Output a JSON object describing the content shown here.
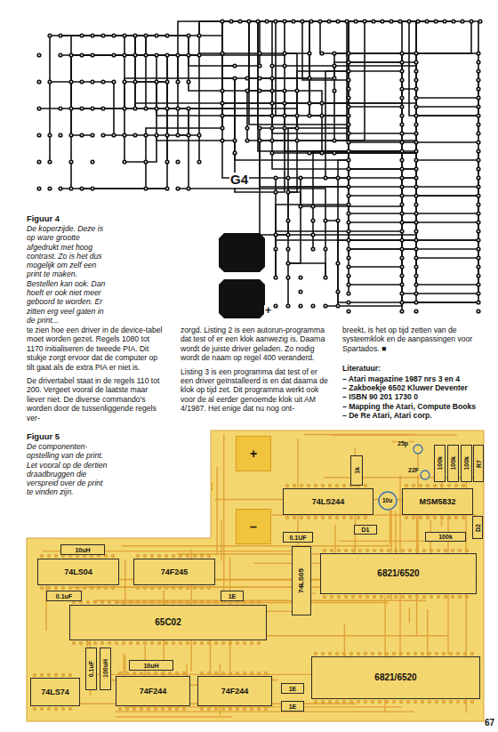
{
  "diagram": {
    "nodes": [
      {
        "text": [
          "+"
        ]
      },
      {
        "text": [
          "1k"
        ]
      },
      {
        "text": [
          "100k"
        ]
      },
      {
        "text": [
          "100k"
        ]
      },
      {
        "text": [
          "100k"
        ]
      },
      {
        "text": [
          "R7"
        ]
      },
      {
        "text": [
          "74LS244"
        ]
      },
      {
        "text": [
          "MSM5832"
        ]
      },
      {
        "text": [
          "–"
        ]
      },
      {
        "text": [
          "D2"
        ]
      },
      {
        "text": [
          "D1"
        ]
      },
      {
        "text": [
          "0.1UF"
        ]
      },
      {
        "text": [
          "100k"
        ]
      },
      {
        "text": [
          "6821/6520"
        ]
      },
      {
        "text": [
          "74LS05"
        ]
      },
      {
        "text": [
          "10uH"
        ]
      },
      {
        "text": [
          "74LS04"
        ]
      },
      {
        "text": [
          "74F245"
        ]
      },
      {
        "text": [
          "0.1uF"
        ]
      },
      {
        "text": [
          "1E"
        ]
      },
      {
        "text": [
          "65C02"
        ]
      },
      {
        "text": [
          "6821/6520"
        ]
      },
      {
        "text": [
          "10uH"
        ]
      },
      {
        "text": [
          "0.1uF"
        ]
      },
      {
        "text": [
          "100uH"
        ]
      },
      {
        "text": [
          "74LS74"
        ]
      },
      {
        "text": [
          "74F244"
        ]
      },
      {
        "text": [
          "74F244"
        ]
      },
      {
        "text": [
          "1E"
        ]
      },
      {
        "text": [
          "1E"
        ]
      }
    ],
    "labels": [
      "Figuur 4",
      "De koperzijde. Deze is op ware grootte afgedrukt met hoog contrast. Zo is het dus mogelijk om zelf een print te maken. Bestellen kan ook. Dan hoeft er ook niet meer geboord te worden. Er zitten erg veel gaten in de print...",
      "te zien hoe een driver in de device-tabel moet worden gezet. Regels 1080 tot 1170 initialiseren de tweede PIA. Dit stukje zorgt ervoor dat de computer op tilt gaat als de extra PIA er niet is.",
      "De drivertabel staat in de regels 110 tot 200. Vergeet vooral de laatste maar liever niet. De diverse commando's worden door de tussenliggende regels ver-",
      "zorgd. Listing 2 is een autorun-programma dat test of er een klok aanwezig is. Daarna wordt de juiste driver geladen. Zo nodig wordt de naam op regel 400 veranderd.",
      "Listing 3 is een programma dat test of er een driver geïnstalleerd is en dat daarna de klok op tijd zet. Dit programma werkt ook voor de al eerder genoemde klok uit AM 4/1987. Het enige dat nu nog ont-",
      "breekt, is het op tijd zetten van de systeemklok en de aanpassingen voor Spartados. ■",
      "Literatuur:",
      "– Atari magazine 1987 nrs 3 en 4",
      "– Zakboekje 6502 Kluwer Deventer",
      "– ISBN 90 201 1730 0",
      "– Mapping the Atari, Compute Books",
      "– De Re Atari, Atari corp.",
      "Figuur 5",
      "De componenten-opstelling van de print. Let vooral op de dertien draadbruggen die verspreid over de print te vinden zijn.",
      "G4",
      "+",
      "25p",
      "22F",
      "10u",
      "2",
      "67"
    ]
  }
}
